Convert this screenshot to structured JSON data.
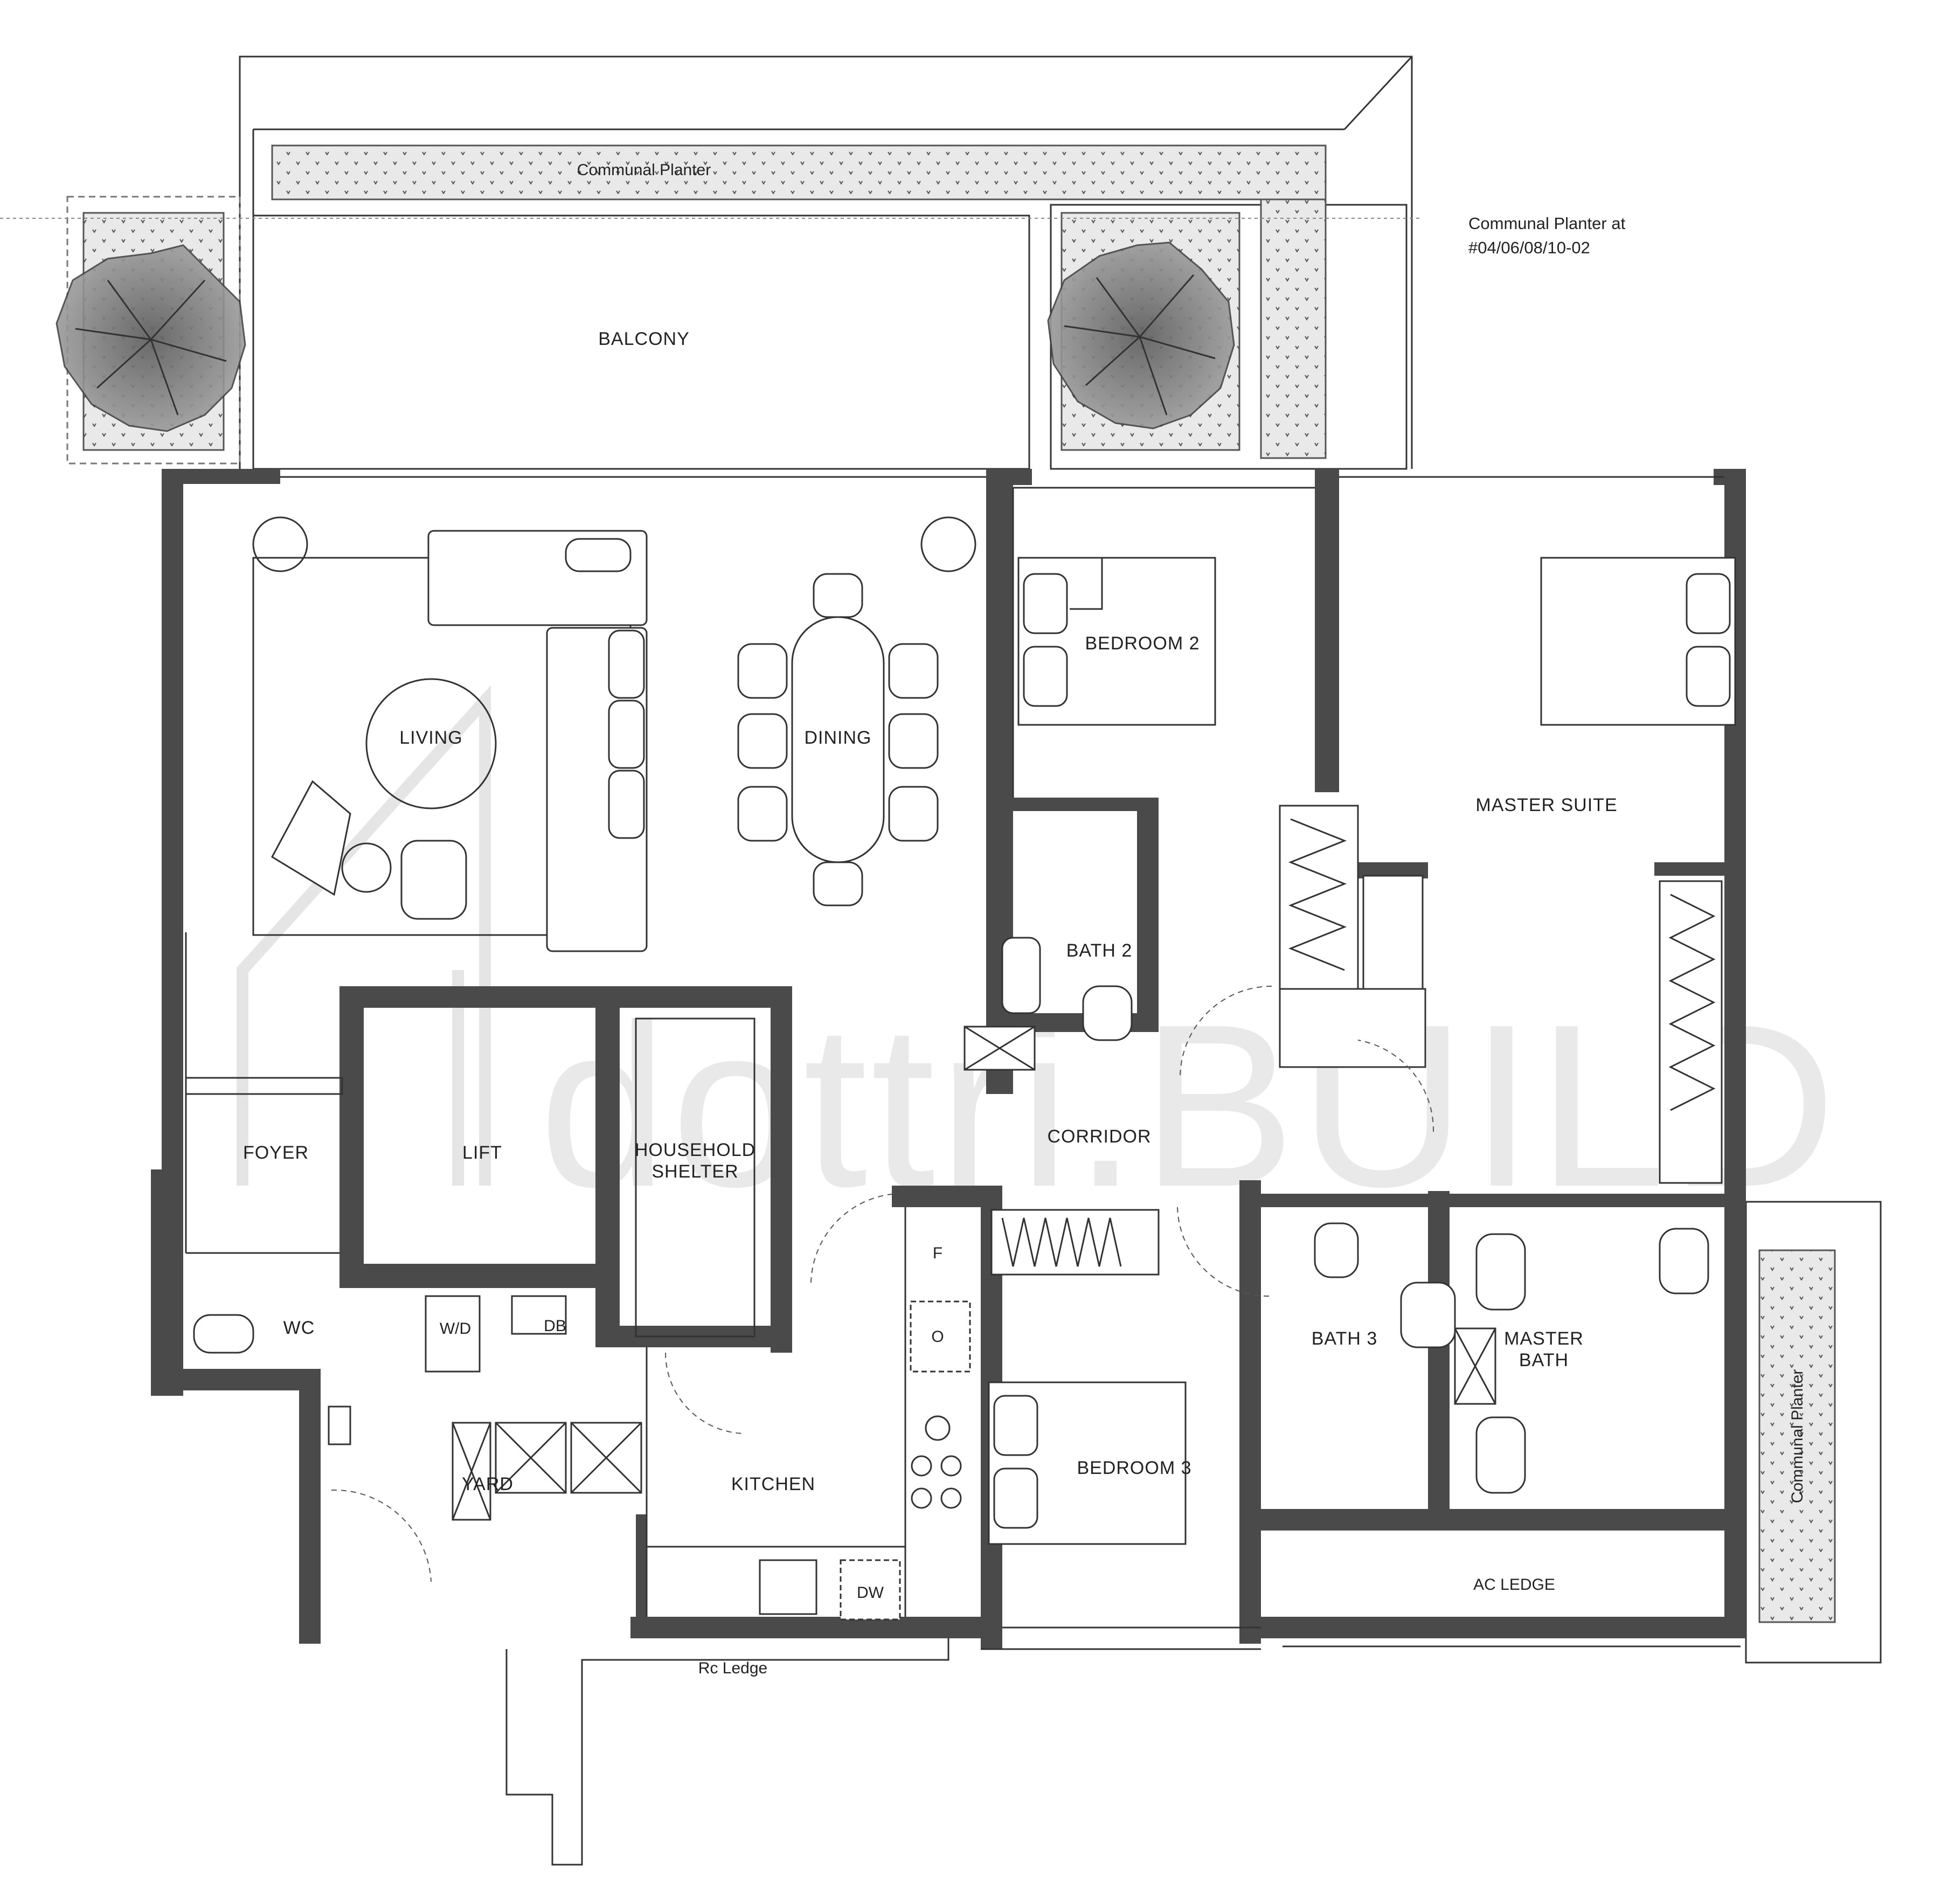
{
  "plan": {
    "rooms": {
      "balcony": "BALCONY",
      "living": "LIVING",
      "dining": "DINING",
      "bedroom2": "BEDROOM 2",
      "master_suite": "MASTER SUITE",
      "bath2": "BATH 2",
      "foyer": "FOYER",
      "lift": "LIFT",
      "household_shelter_l1": "HOUSEHOLD",
      "household_shelter_l2": "SHELTER",
      "corridor": "CORRIDOR",
      "wc": "WC",
      "yard": "YARD",
      "kitchen": "KITCHEN",
      "bedroom3": "BEDROOM 3",
      "bath3": "BATH 3",
      "master_bath_l1": "MASTER",
      "master_bath_l2": "BATH",
      "ac_ledge": "AC LEDGE"
    },
    "fixtures": {
      "washer_dryer": "W/D",
      "db": "DB",
      "fridge": "F",
      "oven": "O",
      "dishwasher": "DW"
    },
    "notes": {
      "communal_planter_top": "Communal Planter",
      "communal_planter_ref_l1": "Communal Planter at",
      "communal_planter_ref_l2": "#04/06/08/10-02",
      "communal_planter_right": "Communal Planter",
      "rc_ledge": "Rc Ledge"
    },
    "watermark": "dottri.BUILD",
    "colors": {
      "wall": "#4a4a4a",
      "line": "#333333",
      "planter": "#e6e6e6",
      "tree": "#8a8a8a"
    }
  }
}
